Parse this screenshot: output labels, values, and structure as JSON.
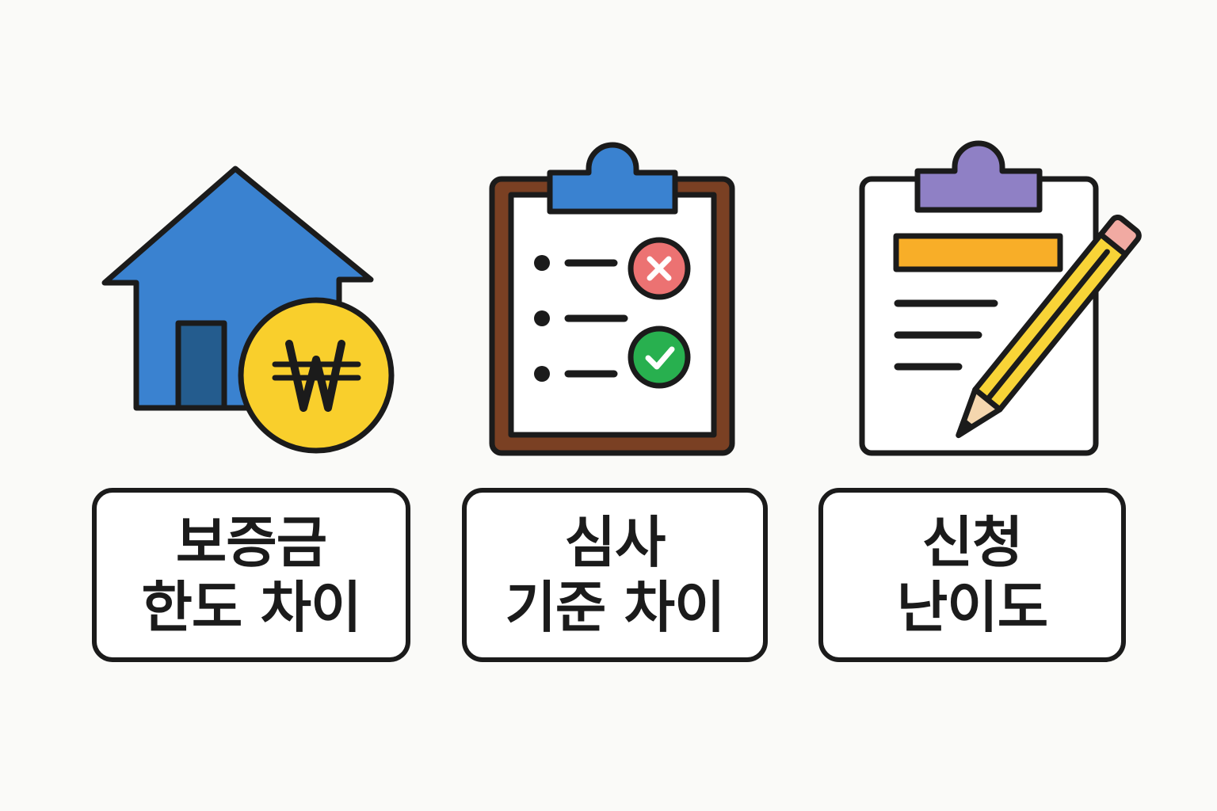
{
  "cards": [
    {
      "icon": "house-with-won-coin-icon",
      "icon_symbol": "₩",
      "label_lines": [
        "보증금",
        "한도 차이"
      ]
    },
    {
      "icon": "clipboard-checklist-icon",
      "label_lines": [
        "심사",
        "기준 차이"
      ]
    },
    {
      "icon": "clipboard-pencil-icon",
      "label_lines": [
        "신청",
        "난이도"
      ]
    }
  ],
  "colors": {
    "background": "#fafaf8",
    "outline": "#1b1b1b",
    "house_blue": "#3a82d0",
    "door_blue": "#245c8e",
    "coin_yellow": "#f9cf2c",
    "clipboard_brown": "#7a4023",
    "clip_blue": "#3a82d0",
    "cross_red": "#ec7272",
    "check_green": "#28b04f",
    "clip_purple": "#8f80c5",
    "highlight_orange": "#f8ae28",
    "pencil_yellow": "#f8d437",
    "eraser_pink": "#f1aaa2",
    "pencil_wood": "#f4d6ae"
  }
}
